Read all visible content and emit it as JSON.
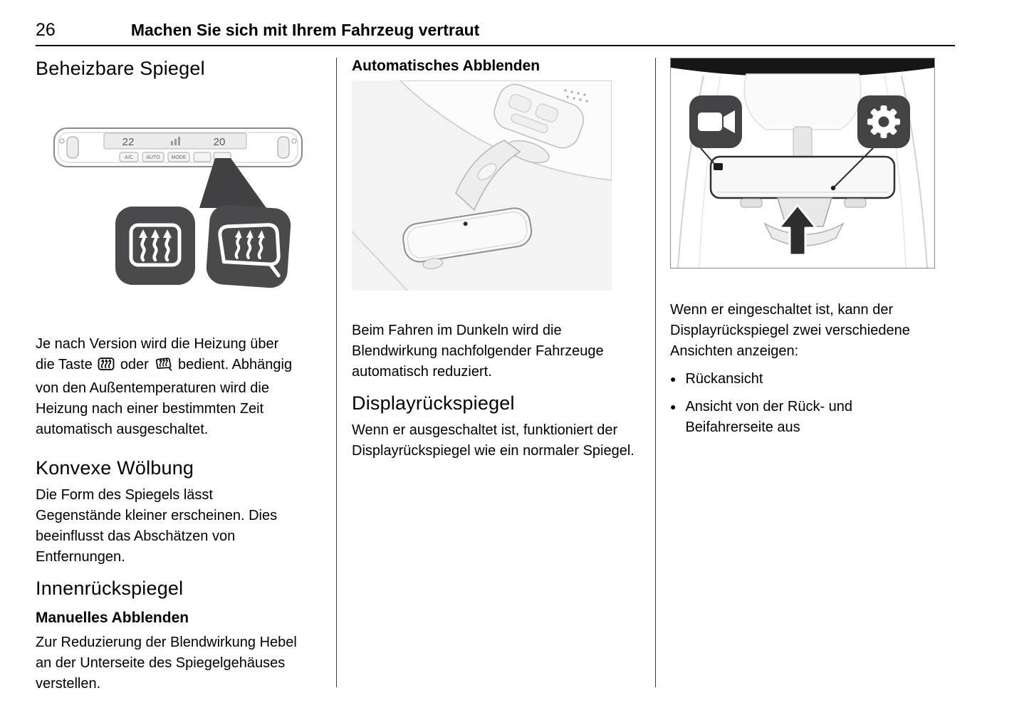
{
  "page": {
    "number": "26",
    "title": "Machen Sie sich mit Ihrem Fahrzeug vertraut"
  },
  "col1": {
    "heading": "Beheizbare Spiegel",
    "panel": {
      "temp_left": "22",
      "temp_right": "20",
      "btn_ac": "A/C",
      "btn_auto": "AUTO",
      "btn_mode": "MODE"
    },
    "para1_a": "Je nach Version wird die Heizung über die Taste",
    "para1_oder": "oder",
    "para1_b": "bedient. Abhängig von den Außentemperaturen wird die Heizung nach einer bestimmten Zeit automatisch ausgeschaltet.",
    "heading2": "Konvexe Wölbung",
    "para2": "Die Form des Spiegels lässt Gegenstände kleiner erscheinen. Dies beeinflusst das Abschätzen von Entfernungen.",
    "heading3": "Innenrückspiegel",
    "subheading3": "Manuelles Abblenden",
    "para3": "Zur Reduzierung der Blendwirkung Hebel an der Unterseite des Spiegelgehäuses verstellen."
  },
  "col2": {
    "subheading": "Automatisches Abblenden",
    "para1": "Beim Fahren im Dunkeln wird die Blendwirkung nachfolgender Fahrzeuge automatisch reduziert.",
    "heading": "Displayrückspiegel",
    "para2": "Wenn er ausgeschaltet ist, funktioniert der Displayrückspiegel wie ein normaler Spiegel."
  },
  "col3": {
    "para1": "Wenn er eingeschaltet ist, kann der Displayrückspiegel zwei verschiedene Ansichten anzeigen:",
    "bullet_char": "●",
    "bullet1": "Rückansicht",
    "bullet2": "Ansicht von der Rück- und Beifahrerseite aus"
  },
  "colors": {
    "callout_box": "#4a4a4c",
    "roof_band": "#161616",
    "text": "#000000"
  }
}
